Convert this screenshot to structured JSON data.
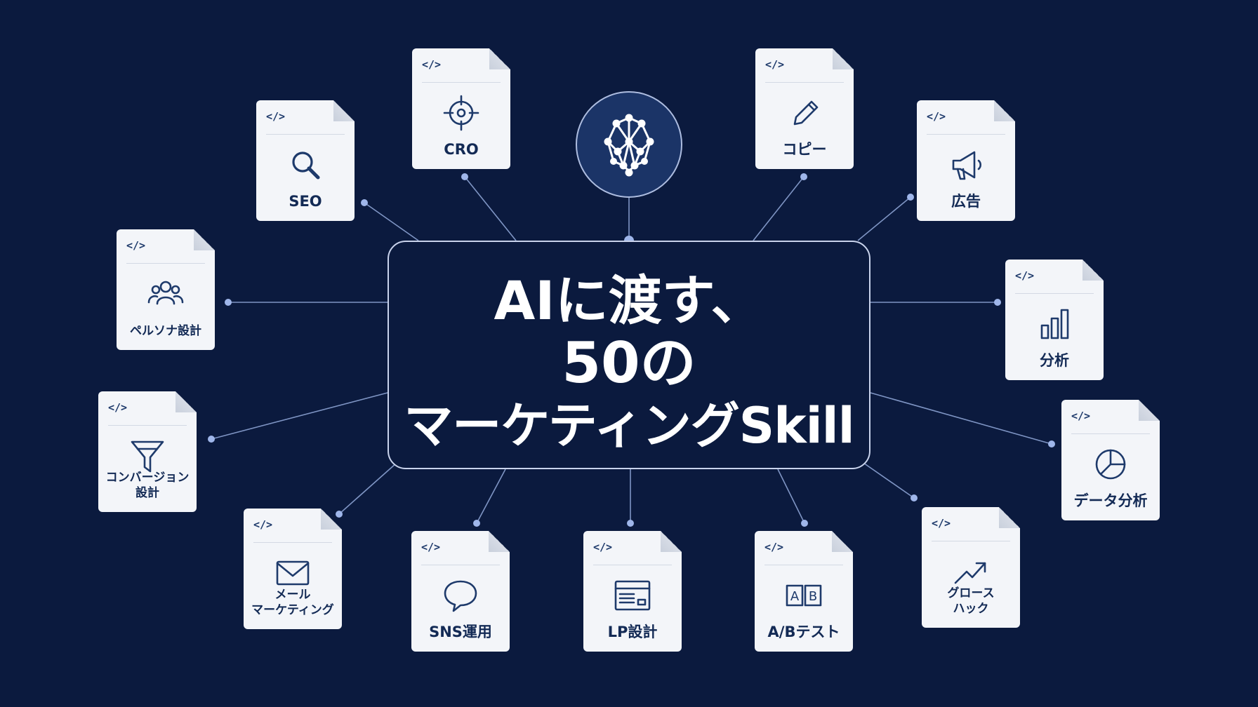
{
  "title": {
    "line1": "AIに渡す、",
    "line2": "50の",
    "line3": "マーケティングSkill"
  },
  "code_tag": "</>",
  "ai_badge": {
    "icon": "brain-network-icon"
  },
  "skills": [
    {
      "id": "seo",
      "label": "SEO",
      "icon": "search-icon"
    },
    {
      "id": "cro",
      "label": "CRO",
      "icon": "target-icon"
    },
    {
      "id": "copy",
      "label": "コピー",
      "icon": "pencil-icon"
    },
    {
      "id": "ads",
      "label": "広告",
      "icon": "megaphone-icon"
    },
    {
      "id": "persona",
      "label": "ペルソナ設計",
      "icon": "users-icon"
    },
    {
      "id": "analytics",
      "label": "分析",
      "icon": "bar-chart-icon"
    },
    {
      "id": "conversion",
      "label": "コンバージョン\n設計",
      "icon": "funnel-icon"
    },
    {
      "id": "data",
      "label": "データ分析",
      "icon": "pie-chart-icon"
    },
    {
      "id": "email",
      "label": "メール\nマーケティング",
      "icon": "envelope-icon"
    },
    {
      "id": "sns",
      "label": "SNS運用",
      "icon": "chat-bubble-icon"
    },
    {
      "id": "lp",
      "label": "LP設計",
      "icon": "browser-layout-icon"
    },
    {
      "id": "abtest",
      "label": "A/Bテスト",
      "icon": "ab-test-icon"
    },
    {
      "id": "growth",
      "label": "グロース\nハック",
      "icon": "trend-up-icon"
    }
  ],
  "colors": {
    "background": "#0b1a3e",
    "card": "#f3f5f9",
    "ink": "#132a55",
    "line": "#7f95c4",
    "dot": "#9fb6ea"
  }
}
